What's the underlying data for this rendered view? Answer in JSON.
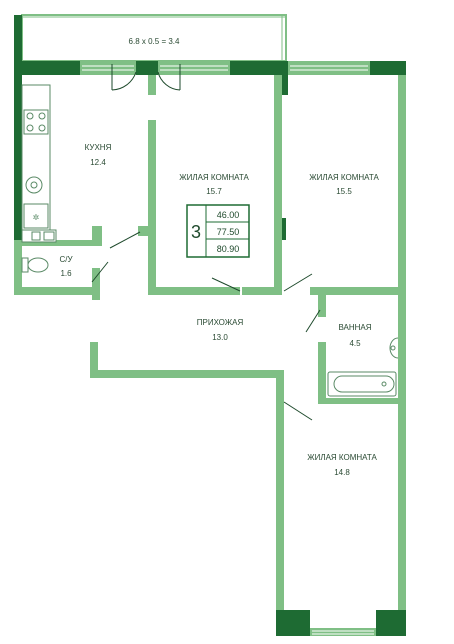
{
  "colors": {
    "wall": "#7fbf85",
    "wall_dark": "#1e6b33",
    "fixture": "#5a8a66",
    "text": "#2a4a33"
  },
  "balcony": {
    "label": "6.8 x 0.5 = 3.4"
  },
  "rooms": {
    "kitchen": {
      "name": "КУХНЯ",
      "area": "12.4"
    },
    "living1": {
      "name": "ЖИЛАЯ КОМНАТА",
      "area": "15.7"
    },
    "living2": {
      "name": "ЖИЛАЯ КОМНАТА",
      "area": "15.5"
    },
    "wc": {
      "name": "С/У",
      "area": "1.6"
    },
    "hall": {
      "name": "ПРИХОЖАЯ",
      "area": "13.0"
    },
    "bath": {
      "name": "ВАННАЯ",
      "area": "4.5"
    },
    "living3": {
      "name": "ЖИЛАЯ КОМНАТА",
      "area": "14.8"
    }
  },
  "badge": {
    "rooms_count": "3",
    "area_living": "46.00",
    "area_total": "77.50",
    "area_with_balcony": "80.90"
  },
  "icons": [
    "stove-icon",
    "sink-icon",
    "fridge-icon",
    "toilet-icon",
    "washbasin-icon",
    "bathtub-icon",
    "door-swing-icon",
    "window-icon"
  ]
}
